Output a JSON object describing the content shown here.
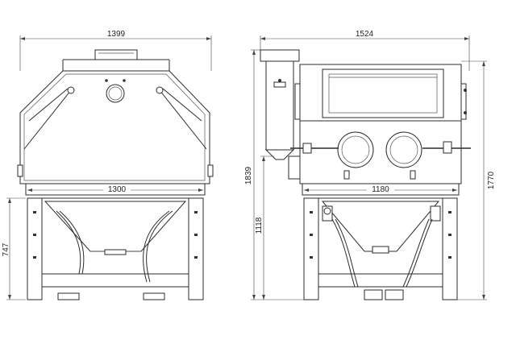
{
  "front_view": {
    "overall_width": "1399",
    "frame_width": "1300",
    "stand_height": "747"
  },
  "side_view": {
    "overall_width": "1524",
    "frame_width": "1180",
    "total_height": "1839",
    "body_height": "1770",
    "stand_height": "1118"
  },
  "colors": {
    "line": "#2b2b2b",
    "background": "#ffffff"
  }
}
